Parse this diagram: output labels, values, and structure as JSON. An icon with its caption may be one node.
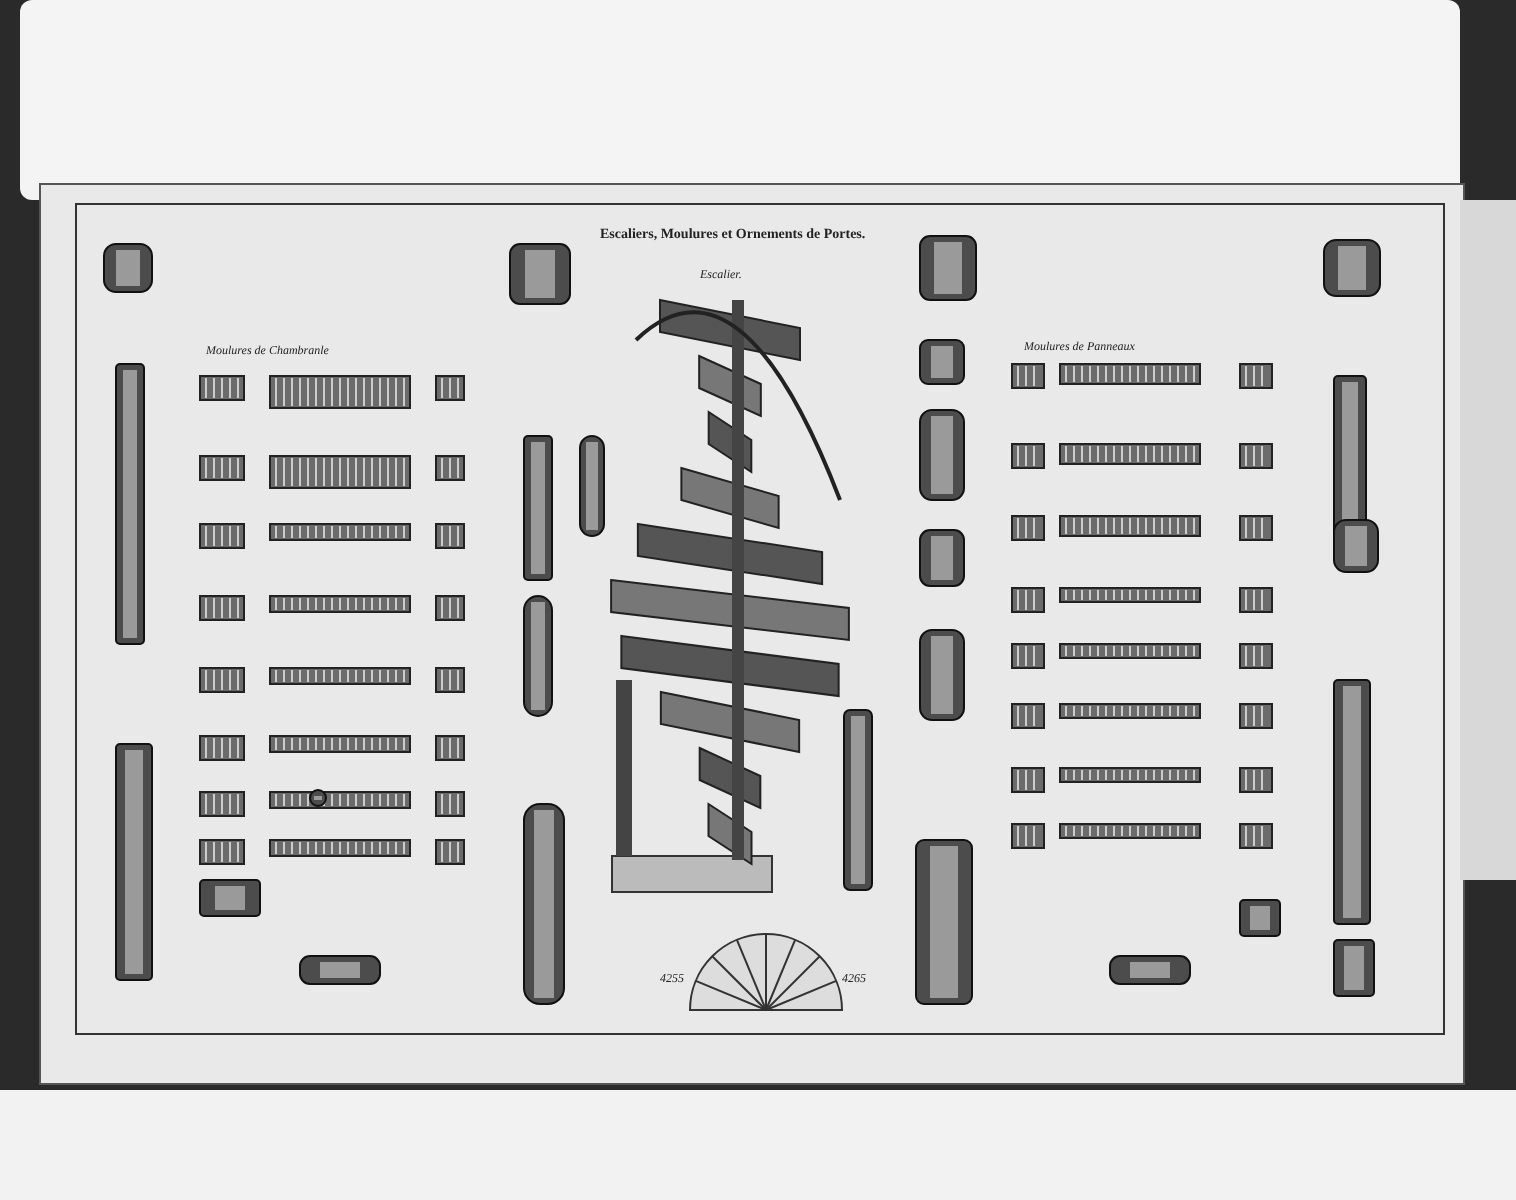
{
  "diagram": {
    "title": "Escaliers, Moulures et Ornements de Portes.",
    "labels": [
      "Escalier.",
      "Moulures de Chambranle",
      "Moulures de Panneaux",
      "4255",
      "4265"
    ]
  }
}
